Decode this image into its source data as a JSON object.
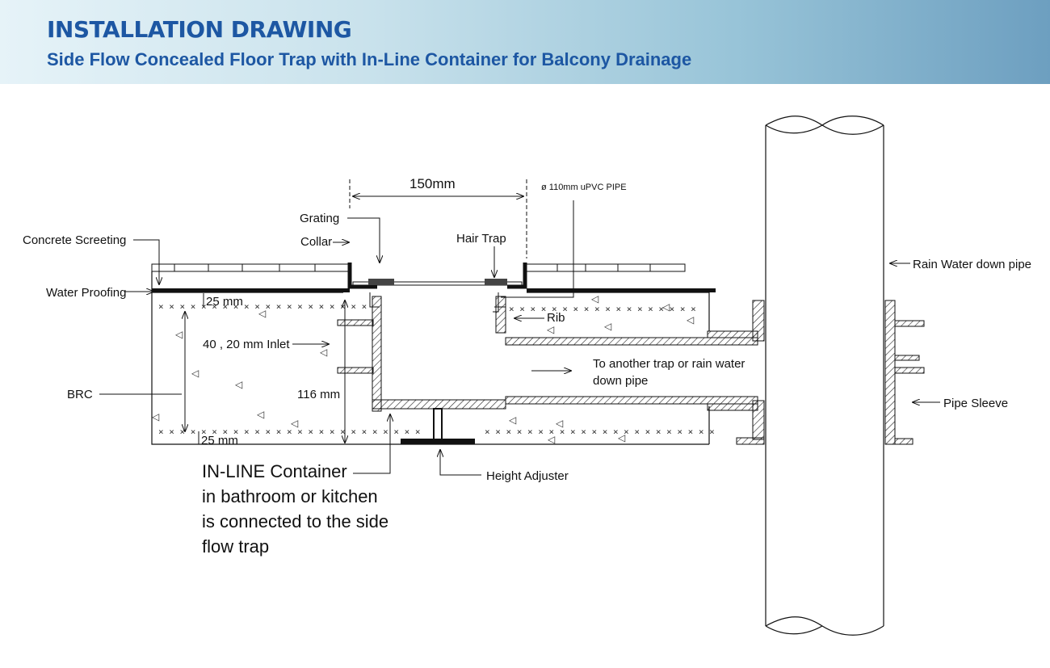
{
  "header": {
    "title": "INSTALLATION DRAWING",
    "subtitle": "Side Flow Concealed Floor Trap with In-Line Container for Balcony Drainage"
  },
  "dimensions": {
    "width": "150mm",
    "top_cover": "25 mm",
    "bottom_cover": "25 mm",
    "height": "116 mm"
  },
  "labels": {
    "pipe": "ø 110mm uPVC PIPE",
    "grating": "Grating",
    "collar": "Collar",
    "hair_trap": "Hair Trap",
    "concrete_screeting": "Concrete Screeting",
    "water_proofing": "Water Proofing",
    "inlet": "40 , 20 mm Inlet",
    "rib": "Rib",
    "brc": "BRC",
    "flow_line1": "To another trap or rain water",
    "flow_line2": "down pipe",
    "height_adjuster": "Height Adjuster",
    "rain_water_down_pipe": "Rain Water down pipe",
    "pipe_sleeve": "Pipe Sleeve",
    "container_line1": "IN-LINE Container",
    "container_line2": "in bathroom or kitchen",
    "container_line3": "is connected to the side",
    "container_line4": "flow trap"
  },
  "colors": {
    "title": "#1d57a3",
    "line": "#111111"
  }
}
